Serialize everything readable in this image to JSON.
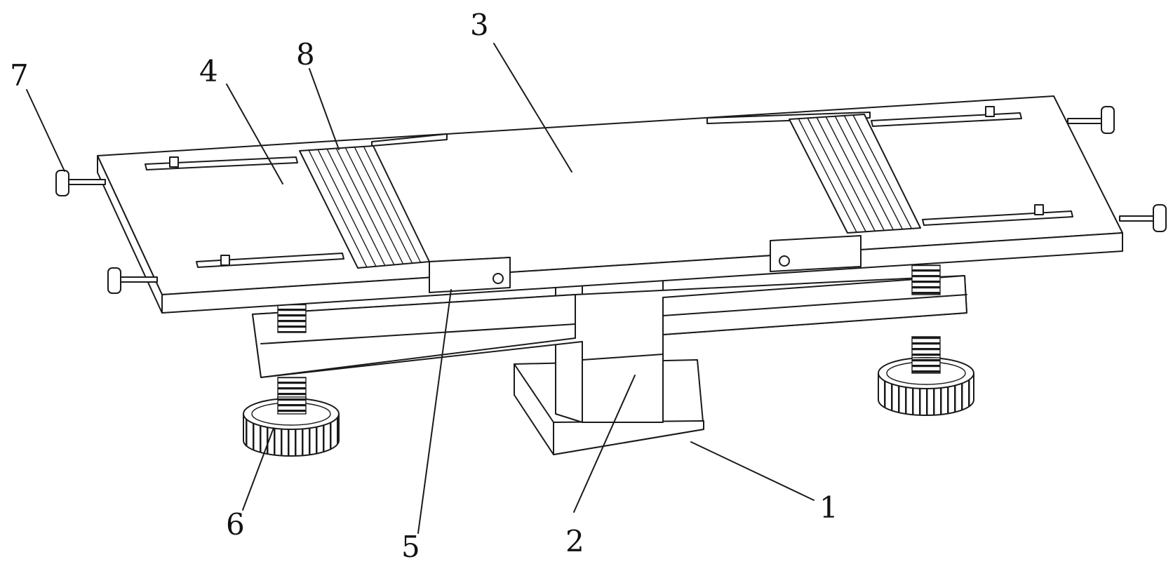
{
  "labels": {
    "base": "1",
    "column": "2",
    "main_plate": "3",
    "side_plate": "4",
    "side_bar": "5",
    "knob": "6",
    "pin": "7",
    "ribbed_block": "8"
  },
  "colors": {
    "stroke": "#1a1a1a",
    "fill": "#ffffff",
    "text": "#111111"
  }
}
